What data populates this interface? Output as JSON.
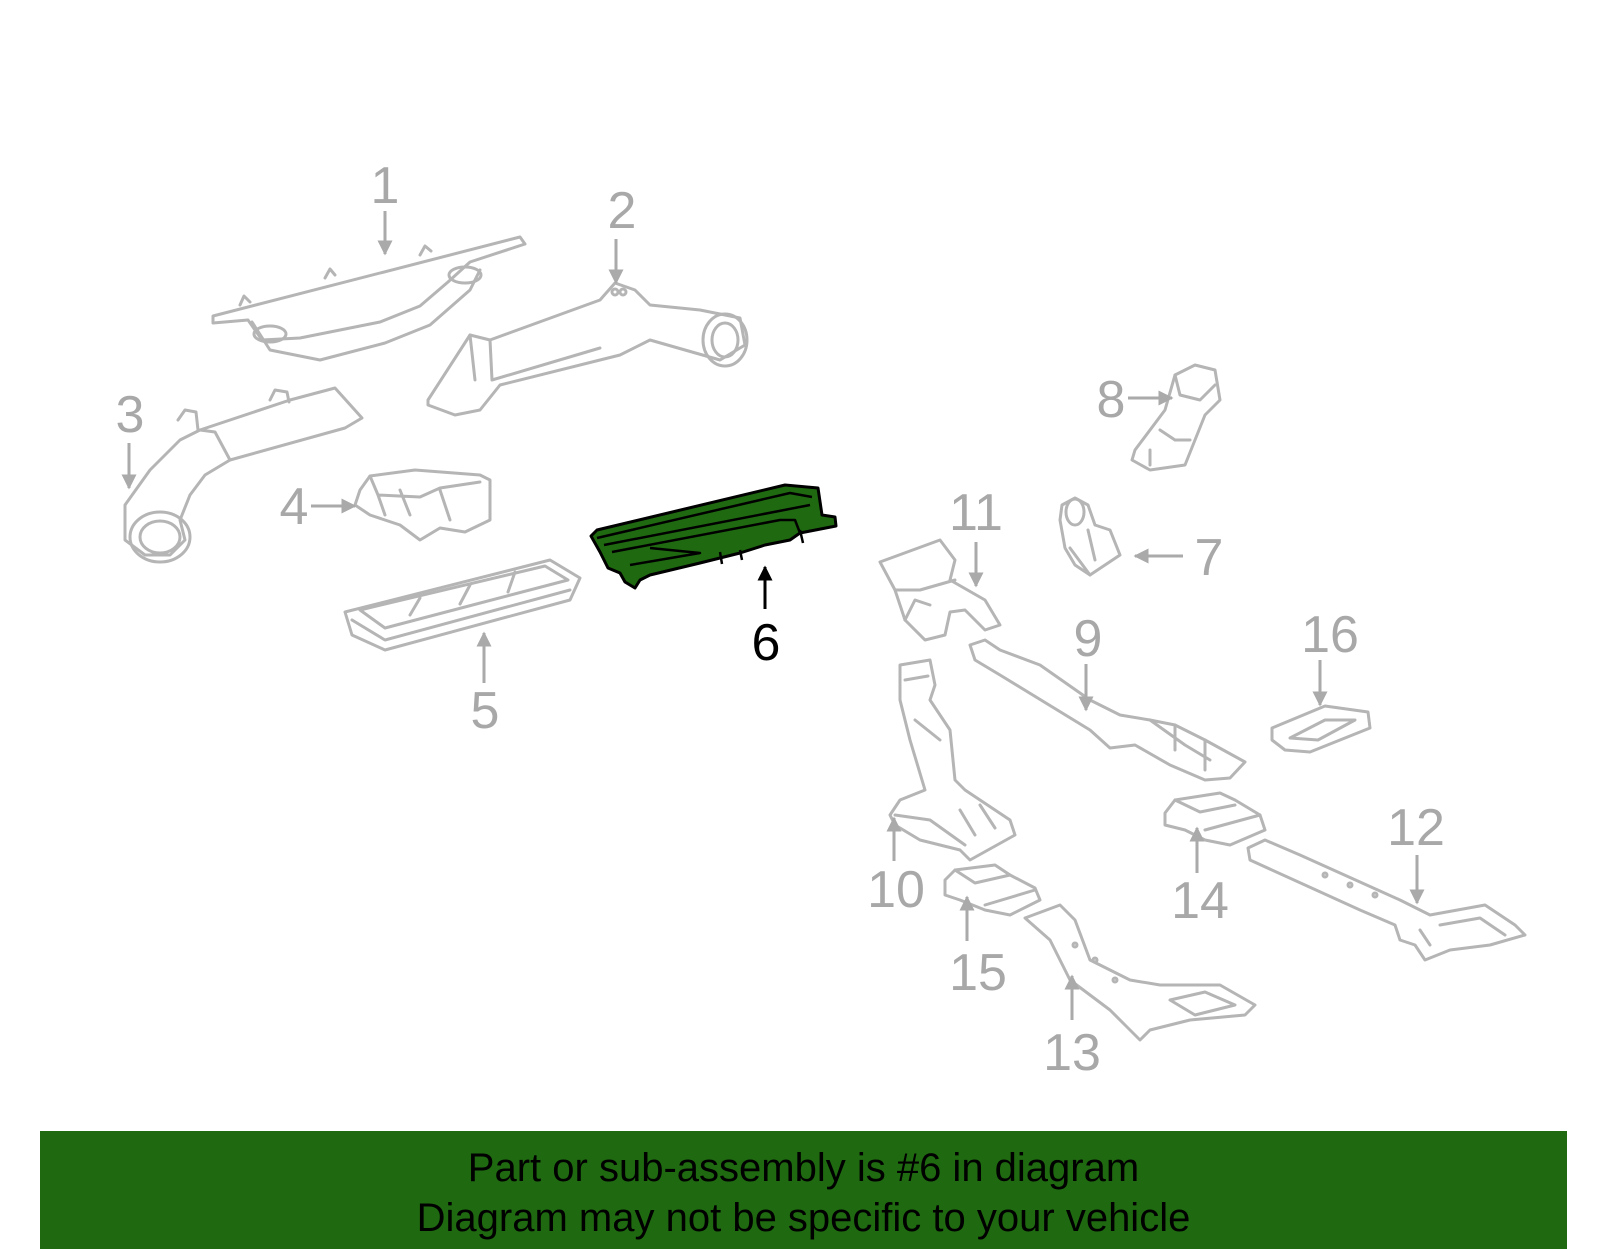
{
  "diagram": {
    "highlighted_part": "6",
    "callouts": [
      "1",
      "2",
      "3",
      "4",
      "5",
      "6",
      "7",
      "8",
      "9",
      "10",
      "11",
      "12",
      "13",
      "14",
      "15",
      "16"
    ],
    "highlight_color": "#1f6a10"
  },
  "banner": {
    "line1": "Part or sub-assembly is #6 in diagram",
    "line2": "Diagram may not be specific to your vehicle",
    "background": "#1f6a10"
  }
}
